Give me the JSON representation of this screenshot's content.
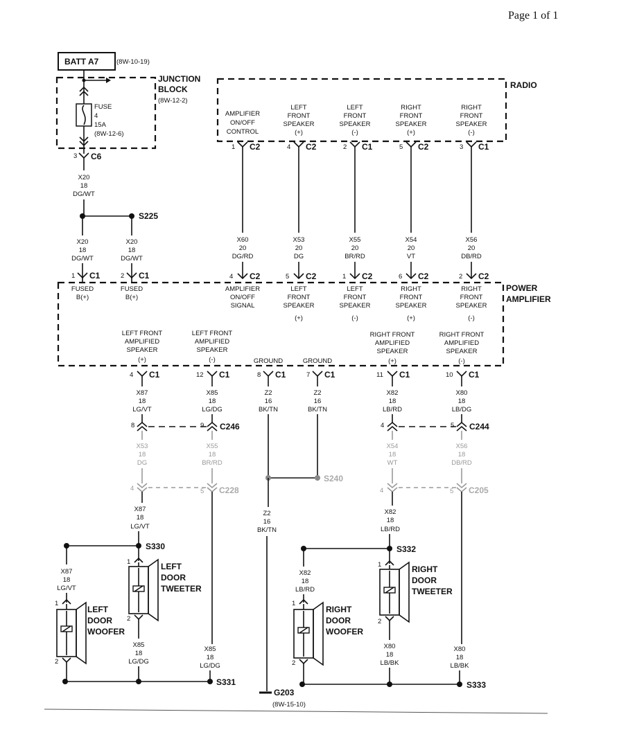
{
  "page_label": "Page 1 of 1",
  "batt": {
    "label": "BATT A7",
    "ref": "(8W-10-19)"
  },
  "junction_block": {
    "title": [
      "JUNCTION",
      "BLOCK"
    ],
    "ref": "(8W-12-2)"
  },
  "fuse": {
    "lines": [
      "FUSE",
      "4",
      "15A",
      "(8W-12-6)"
    ]
  },
  "radio": {
    "title": "RADIO"
  },
  "power_amp": {
    "title": [
      "POWER",
      "AMPLIFIER"
    ]
  },
  "radio_pins": [
    {
      "label": [
        "AMPLIFIER",
        "ON/OFF",
        "CONTROL"
      ],
      "pin": "1",
      "conn": "C2"
    },
    {
      "label": [
        "LEFT",
        "FRONT",
        "SPEAKER",
        "(+)"
      ],
      "pin": "4",
      "conn": "C2"
    },
    {
      "label": [
        "LEFT",
        "FRONT",
        "SPEAKER",
        "(-)"
      ],
      "pin": "2",
      "conn": "C1"
    },
    {
      "label": [
        "RIGHT",
        "FRONT",
        "SPEAKER",
        "(+)"
      ],
      "pin": "5",
      "conn": "C2"
    },
    {
      "label": [
        "RIGHT",
        "FRONT",
        "SPEAKER",
        "(-)"
      ],
      "pin": "3",
      "conn": "C1"
    }
  ],
  "radio_wires": [
    {
      "circuit": "X60",
      "gauge": "20",
      "color": "DG/RD"
    },
    {
      "circuit": "X53",
      "gauge": "20",
      "color": "DG"
    },
    {
      "circuit": "X55",
      "gauge": "20",
      "color": "BR/RD"
    },
    {
      "circuit": "X54",
      "gauge": "20",
      "color": "VT"
    },
    {
      "circuit": "X56",
      "gauge": "20",
      "color": "DB/RD"
    }
  ],
  "amp_in_pins": [
    {
      "label": [
        "AMPLIFIER",
        "ON/OFF",
        "SIGNAL"
      ],
      "pin": "4",
      "conn": "C2"
    },
    {
      "label": [
        "LEFT",
        "FRONT",
        "SPEAKER",
        "(+)"
      ],
      "pin": "5",
      "conn": "C2"
    },
    {
      "label": [
        "LEFT",
        "FRONT",
        "SPEAKER",
        "(-)"
      ],
      "pin": "1",
      "conn": "C2"
    },
    {
      "label": [
        "RIGHT",
        "FRONT",
        "SPEAKER",
        "(+)"
      ],
      "pin": "6",
      "conn": "C2"
    },
    {
      "label": [
        "RIGHT",
        "FRONT",
        "SPEAKER",
        "(-)"
      ],
      "pin": "2",
      "conn": "C2"
    }
  ],
  "c6": {
    "pin": "3",
    "conn": "C6"
  },
  "x20_top": {
    "circuit": "X20",
    "gauge": "18",
    "color": "DG/WT"
  },
  "s225": "S225",
  "x20_left": {
    "circuit": "X20",
    "gauge": "18",
    "color": "DG/WT"
  },
  "x20_right": {
    "circuit": "X20",
    "gauge": "18",
    "color": "DG/WT"
  },
  "fused_pins": [
    {
      "pin": "1",
      "conn": "C1",
      "label": [
        "FUSED",
        "B(+)"
      ]
    },
    {
      "pin": "2",
      "conn": "C1",
      "label": [
        "FUSED",
        "B(+)"
      ]
    }
  ],
  "amp_out_pins": [
    {
      "label": [
        "LEFT FRONT",
        "AMPLIFIED",
        "SPEAKER",
        "(+)"
      ],
      "pin": "4",
      "conn": "C1"
    },
    {
      "label": [
        "LEFT FRONT",
        "AMPLIFIED",
        "SPEAKER",
        "(-)"
      ],
      "pin": "12",
      "conn": "C1"
    },
    {
      "label": [
        "GROUND"
      ],
      "pin": "8",
      "conn": "C1"
    },
    {
      "label": [
        "GROUND"
      ],
      "pin": "7",
      "conn": "C1"
    },
    {
      "label": [
        "RIGHT FRONT",
        "AMPLIFIED",
        "SPEAKER",
        "(+)"
      ],
      "pin": "11",
      "conn": "C1"
    },
    {
      "label": [
        "RIGHT FRONT",
        "AMPLIFIED",
        "SPEAKER",
        "(-)"
      ],
      "pin": "10",
      "conn": "C1"
    }
  ],
  "amp_out_wires": [
    {
      "circuit": "X87",
      "gauge": "18",
      "color": "LG/VT"
    },
    {
      "circuit": "X85",
      "gauge": "18",
      "color": "LG/DG"
    },
    {
      "circuit": "Z2",
      "gauge": "16",
      "color": "BK/TN"
    },
    {
      "circuit": "Z2",
      "gauge": "16",
      "color": "BK/TN"
    },
    {
      "circuit": "X82",
      "gauge": "18",
      "color": "LB/RD"
    },
    {
      "circuit": "X80",
      "gauge": "18",
      "color": "LB/DG"
    }
  ],
  "c246": {
    "pin_a": "8",
    "pin_b": "9",
    "conn": "C246"
  },
  "c244": {
    "pin_a": "4",
    "pin_b": "5",
    "conn": "C244"
  },
  "mid_wires": [
    {
      "circuit": "X53",
      "gauge": "18",
      "color": "DG"
    },
    {
      "circuit": "X55",
      "gauge": "18",
      "color": "BR/RD"
    },
    {
      "circuit": "X54",
      "gauge": "18",
      "color": "WT"
    },
    {
      "circuit": "X56",
      "gauge": "18",
      "color": "DB/RD"
    }
  ],
  "s240": "S240",
  "c228": {
    "pin_a": "4",
    "pin_b": "5",
    "conn": "C228"
  },
  "c205": {
    "pin_a": "4",
    "pin_b": "5",
    "conn": "C205"
  },
  "lower_wires": {
    "x87": {
      "circuit": "X87",
      "gauge": "18",
      "color": "LG/VT"
    },
    "z2": {
      "circuit": "Z2",
      "gauge": "16",
      "color": "BK/TN"
    },
    "x82": {
      "circuit": "X82",
      "gauge": "18",
      "color": "LB/RD"
    }
  },
  "s330": "S330",
  "s332": "S332",
  "left_woofer_wire": {
    "circuit": "X87",
    "gauge": "18",
    "color": "LG/VT"
  },
  "right_woofer_wire": {
    "circuit": "X82",
    "gauge": "18",
    "color": "LB/RD"
  },
  "left_tweeter": {
    "label": [
      "LEFT",
      "DOOR",
      "TWEETER"
    ],
    "pin_top": "1",
    "pin_bot": "2"
  },
  "right_tweeter": {
    "label": [
      "RIGHT",
      "DOOR",
      "TWEETER"
    ],
    "pin_top": "1",
    "pin_bot": "2"
  },
  "left_woofer": {
    "label": [
      "LEFT",
      "DOOR",
      "WOOFER"
    ],
    "pin_top": "1",
    "pin_bot": "2"
  },
  "right_woofer": {
    "label": [
      "RIGHT",
      "DOOR",
      "WOOFER"
    ],
    "pin_top": "1",
    "pin_bot": "2"
  },
  "bottom_wires": [
    {
      "circuit": "X85",
      "gauge": "18",
      "color": "LG/DG"
    },
    {
      "circuit": "X85",
      "gauge": "18",
      "color": "LG/DG"
    },
    {
      "circuit": "X80",
      "gauge": "18",
      "color": "LB/BK"
    },
    {
      "circuit": "X80",
      "gauge": "18",
      "color": "LB/BK"
    }
  ],
  "s331": "S331",
  "s333": "S333",
  "g203": {
    "label": "G203",
    "ref": "(8W-15-10)"
  }
}
